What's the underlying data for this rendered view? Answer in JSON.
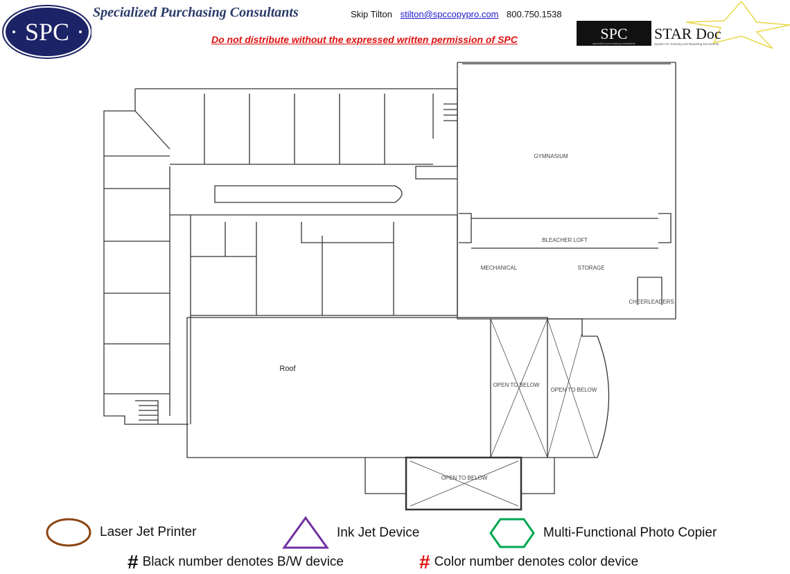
{
  "header": {
    "logo_text": "SPC",
    "company": "Specialized Purchasing Consultants",
    "contact_name": "Skip Tilton",
    "contact_email": "stilton@spccopypro.com",
    "contact_phone": "800.750.1538",
    "warning": "Do not distribute without the expressed written permission of SPC",
    "stardoc_logo": "SPC",
    "stardoc_title": "STAR Doc",
    "stardoc_sub": "specialized purchasing consultants",
    "stardoc_tagline": "System for Tracking and Reporting Documents"
  },
  "plan": {
    "gymnasium": "GYMNASIUM",
    "bleacher_loft": "BLEACHER LOFT",
    "mechanical": "MECHANICAL",
    "storage": "STORAGE",
    "cheerleaders": "CHEERLEADERS",
    "roof": "Roof",
    "open_below_1": "OPEN TO BELOW",
    "open_below_2": "OPEN TO BELOW",
    "open_below_3": "OPEN TO BELOW"
  },
  "legend": {
    "laser": "Laser Jet Printer",
    "inkjet": "Ink Jet Device",
    "mfp": "Multi-Functional Photo Copier",
    "bw_symbol": "#",
    "bw_note": "Black number denotes B/W device",
    "color_symbol": "#",
    "color_note": "Color number denotes color device",
    "colors": {
      "laser": "#8B4513",
      "inkjet": "#7030A0",
      "mfp": "#00A550",
      "color_number": "#E01010"
    }
  }
}
